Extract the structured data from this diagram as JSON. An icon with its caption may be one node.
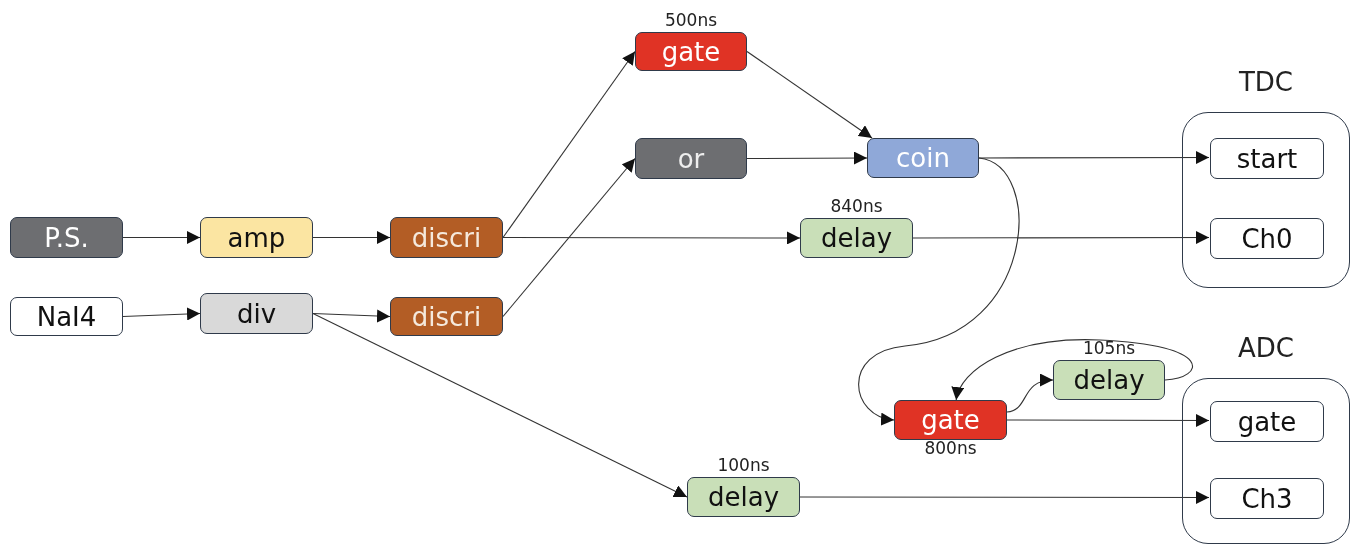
{
  "diagram": {
    "nodes": [
      {
        "text": [
          "P.S."
        ]
      },
      {
        "text": [
          "amp"
        ]
      },
      {
        "text": [
          "discri"
        ]
      },
      {
        "text": [
          "NaI4"
        ]
      },
      {
        "text": [
          "div"
        ]
      },
      {
        "text": [
          "discri"
        ]
      },
      {
        "text": [
          "gate"
        ],
        "beside": [
          "500ns"
        ]
      },
      {
        "text": [
          "or"
        ]
      },
      {
        "text": [
          "coin"
        ]
      },
      {
        "text": [
          "delay"
        ],
        "beside": [
          "840ns"
        ]
      },
      {
        "text": [
          "TDC"
        ]
      },
      {
        "text": [
          "start"
        ],
        "in": 10
      },
      {
        "text": [
          "Ch0"
        ],
        "in": 10
      },
      {
        "text": [
          "gate"
        ],
        "beside": [
          "800ns"
        ]
      },
      {
        "text": [
          "delay"
        ],
        "beside": [
          "105ns"
        ]
      },
      {
        "text": [
          "ADC"
        ]
      },
      {
        "text": [
          "gate"
        ],
        "in": 15
      },
      {
        "text": [
          "Ch3"
        ],
        "in": 15
      },
      {
        "text": [
          "delay"
        ],
        "beside": [
          "100ns"
        ]
      }
    ],
    "edges": [
      {
        "from": 0,
        "to": 1,
        "arrow": "to"
      },
      {
        "from": 1,
        "to": 2,
        "arrow": "to"
      },
      {
        "from": 3,
        "to": 4,
        "arrow": "to"
      },
      {
        "from": 4,
        "to": 5,
        "arrow": "to"
      },
      {
        "from": 2,
        "to": 6,
        "arrow": "to"
      },
      {
        "from": 5,
        "to": 7,
        "arrow": "to"
      },
      {
        "from": 2,
        "to": 9,
        "arrow": "to"
      },
      {
        "from": 4,
        "to": 18,
        "arrow": "to"
      },
      {
        "from": 6,
        "to": 8,
        "arrow": "to"
      },
      {
        "from": 7,
        "to": 8,
        "arrow": "to"
      },
      {
        "from": 8,
        "to": 11,
        "arrow": "to"
      },
      {
        "from": 9,
        "to": 12,
        "arrow": "to"
      },
      {
        "from": 8,
        "to": 13,
        "arrow": "to"
      },
      {
        "from": 13,
        "to": 14,
        "arrow": "to"
      },
      {
        "from": 14,
        "to": 13,
        "arrow": "to"
      },
      {
        "from": 13,
        "to": 16,
        "arrow": "to"
      },
      {
        "from": 18,
        "to": 17,
        "arrow": "to"
      }
    ]
  }
}
